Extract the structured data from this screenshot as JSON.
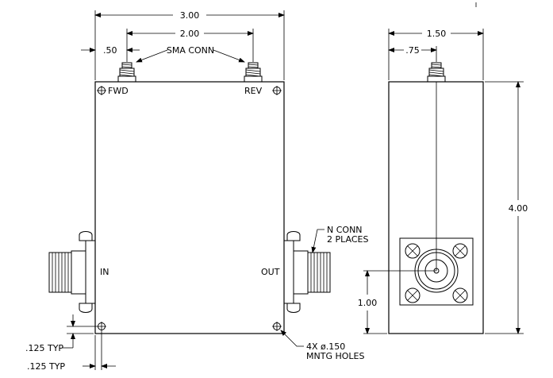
{
  "dimensions": {
    "width_front": "3.00",
    "port_spacing": "2.00",
    "port_offset": ".50",
    "width_side": "1.50",
    "side_offset": ".75",
    "height": "4.00",
    "connector_height": "1.00",
    "hole_offset_y": ".125 TYP",
    "hole_offset_x": ".125 TYP"
  },
  "labels": {
    "sma": "SMA CONN",
    "fwd": "FWD",
    "rev": "REV",
    "in": "IN",
    "out": "OUT",
    "n_conn_line1": "N CONN",
    "n_conn_line2": "2 PLACES",
    "holes_line1": "4X ø.150",
    "holes_line2": "MNTG HOLES"
  }
}
